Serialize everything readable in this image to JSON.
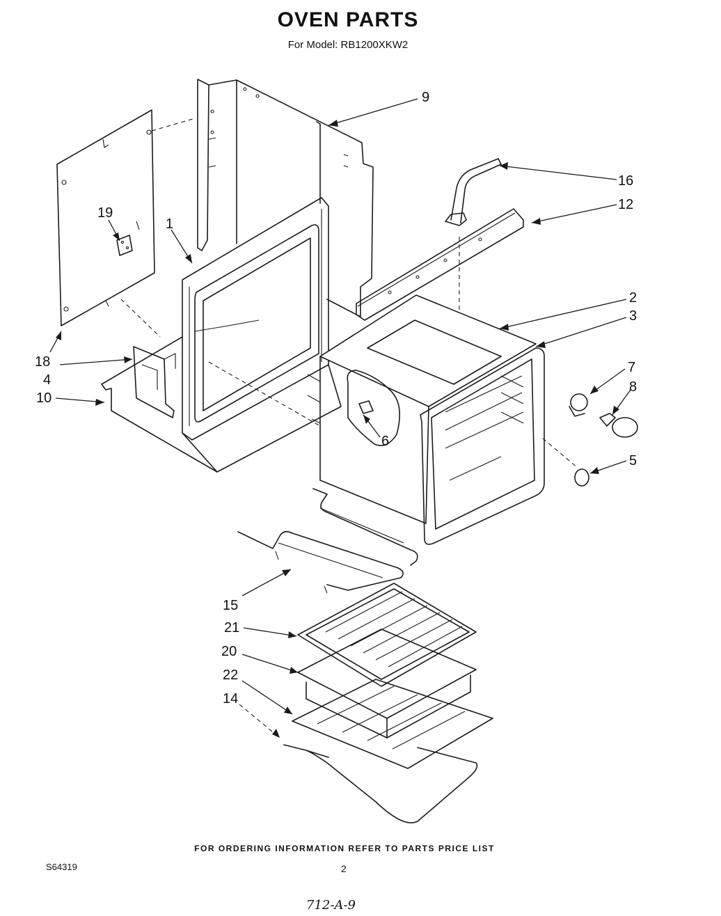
{
  "header": {
    "title": "OVEN PARTS",
    "model_line": "For Model: RB1200XKW2"
  },
  "callouts": {
    "c1": "1",
    "c2": "2",
    "c3": "3",
    "c4": "4",
    "c5": "5",
    "c6": "6",
    "c7": "7",
    "c8": "8",
    "c9": "9",
    "c10": "10",
    "c12": "12",
    "c14": "14",
    "c15": "15",
    "c16": "16",
    "c18": "18",
    "c19": "19",
    "c20": "20",
    "c21": "21",
    "c22": "22"
  },
  "footer": {
    "ordering_note": "FOR ORDERING INFORMATION REFER TO PARTS PRICE LIST",
    "doc_number": "S64319",
    "page_number": "2",
    "handwritten_note": "712-A-9"
  }
}
